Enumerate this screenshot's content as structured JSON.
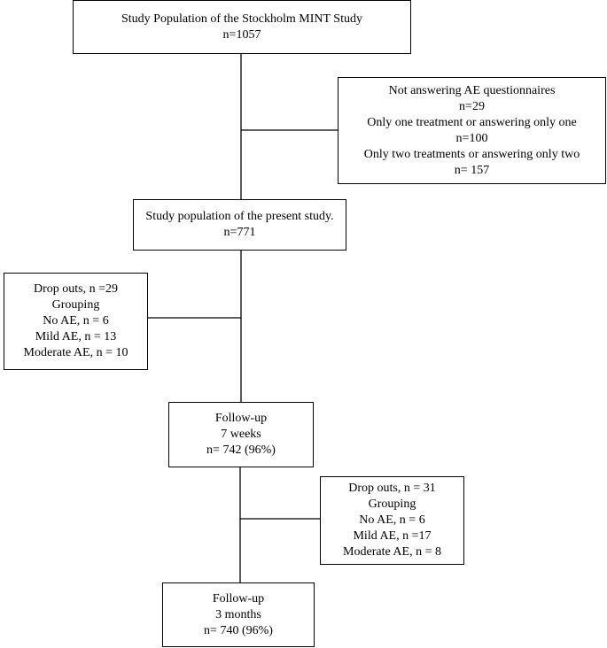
{
  "boxes": {
    "study_population": [
      "Study Population of the Stockholm MINT Study",
      "n=1057"
    ],
    "excluded": [
      "Not answering AE questionnaires",
      "n=29",
      "Only one treatment or answering only one",
      "n=100",
      "Only two treatments or answering only two",
      "n= 157"
    ],
    "present_study": [
      "Study population of the present study.",
      "n=771"
    ],
    "dropouts_1": [
      "Drop outs, n =29",
      "Grouping",
      "No AE, n = 6",
      "Mild AE, n = 13",
      "Moderate AE, n = 10"
    ],
    "followup_7w": [
      "Follow-up",
      "7 weeks",
      "n= 742 (96%)"
    ],
    "dropouts_2": [
      "Drop outs, n = 31",
      "Grouping",
      "No AE, n = 6",
      "Mild AE, n =17",
      "Moderate AE, n = 8"
    ],
    "followup_3m": [
      "Follow-up",
      "3 months",
      "n= 740 (96%)"
    ]
  }
}
